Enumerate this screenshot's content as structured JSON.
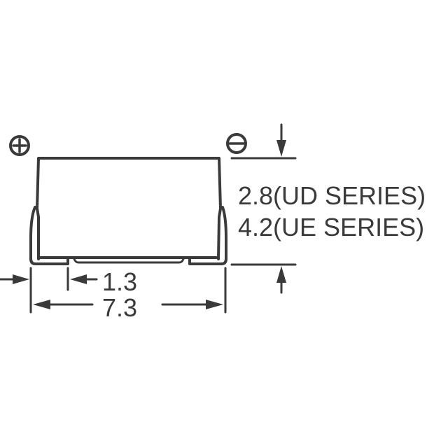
{
  "diagram": {
    "type": "package-outline-drawing",
    "stroke_color": "#3a3a3a",
    "background": "#ffffff",
    "polarity": {
      "positive_symbol": "plus-in-circle",
      "negative_symbol": "minus-in-circle"
    },
    "dimensions": {
      "terminal_width": "1.3",
      "body_length": "7.3",
      "height_ud": "2.8(UD SERIES)",
      "height_ue": "4.2(UE SERIES)"
    }
  }
}
